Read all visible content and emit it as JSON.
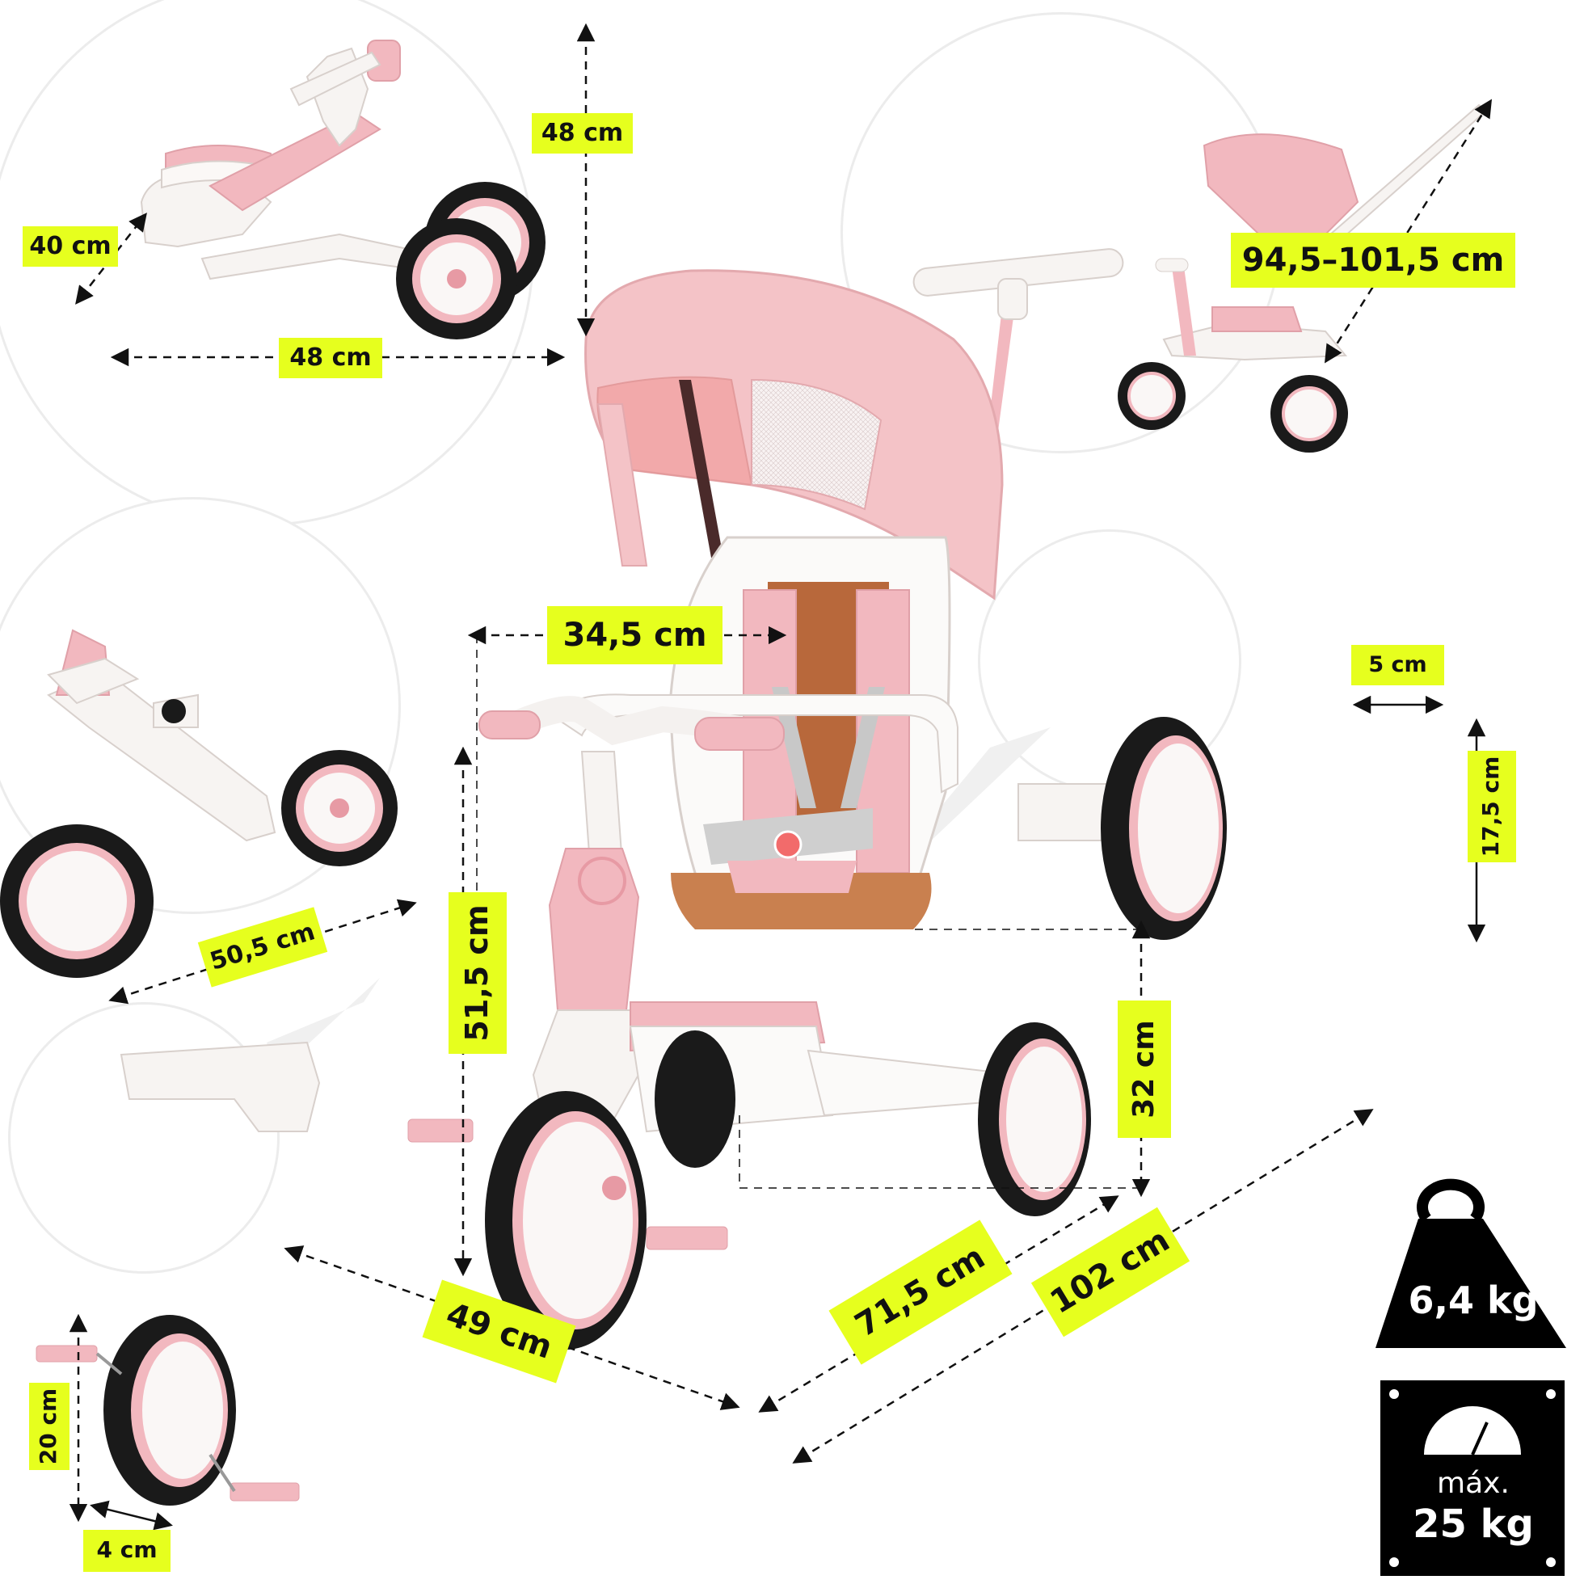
{
  "dimensions": {
    "folded_height": "48 cm",
    "folded_depth": "40 cm",
    "folded_length": "48 cm",
    "handle_height": "94,5–101,5 cm",
    "seat_width": "34,5 cm",
    "wheel_width": "5 cm",
    "wheel_diameter": "17,5 cm",
    "balance_bike_length": "50,5 cm",
    "handlebar_height": "51,5 cm",
    "seat_height": "32 cm",
    "width": "49 cm",
    "tricycle_length": "71,5 cm",
    "stroller_length": "102 cm",
    "pedal_height": "20 cm",
    "pedal_width": "4 cm"
  },
  "specs": {
    "weight": "6,4 kg",
    "max_load_label": "máx.",
    "max_load": "25 kg"
  },
  "colors": {
    "tag": "#e6ff1e",
    "pink": "#f2b8bf",
    "pink_dark": "#e79aa4",
    "tire": "#1a1a1a",
    "frame": "#f7f4f2",
    "badge": "#000000"
  },
  "icons": {
    "weight": "kettlebell-weight-icon",
    "max_load": "gauge-icon"
  }
}
